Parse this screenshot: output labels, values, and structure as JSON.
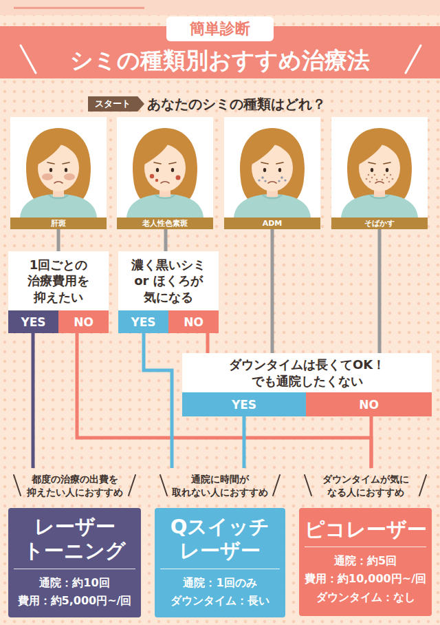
{
  "diagram": {
    "title": "シミの種類別おすすめ治療法",
    "nodes": [
      {
        "text": [
          "肝斑"
        ]
      },
      {
        "text": [
          "老人性色素斑"
        ]
      },
      {
        "text": [
          "ADM"
        ]
      },
      {
        "text": [
          "そばかす"
        ]
      },
      {
        "text": [
          "1回ごとの 治療費用を 抑えたい"
        ]
      },
      {
        "text": [
          "YES"
        ],
        "in": 4
      },
      {
        "text": [
          "NO"
        ],
        "in": 4
      },
      {
        "text": [
          "濃く黒いシミ or ほくろが 気になる"
        ]
      },
      {
        "text": [
          "YES"
        ],
        "in": 7
      },
      {
        "text": [
          "NO"
        ],
        "in": 7
      },
      {
        "text": [
          "ダウンタイムは長くてOK！ でも通院したくない"
        ]
      },
      {
        "text": [
          "YES"
        ],
        "in": 10
      },
      {
        "text": [
          "NO"
        ],
        "in": 10
      },
      {
        "text": [
          "都度の治療の出費を 抑えたい人におすすめ",
          "レーザー トーニング",
          "通院：約10回",
          "費用：約5,000円~/回"
        ]
      },
      {
        "text": [
          "通院に時間が 取れない人におすすめ",
          "Qスイッチ レーザー",
          "通院：1回のみ",
          "ダウンタイム：長い"
        ]
      },
      {
        "text": [
          "ダウンタイムが気に なる人におすすめ",
          "ピコレーザー",
          "通院：約5回",
          "費用：約10,000円~/回",
          "ダウンタイム：なし"
        ]
      }
    ],
    "edges": [
      {
        "from": 0,
        "to": 4,
        "arrow": "none"
      },
      {
        "from": 1,
        "to": 7,
        "arrow": "none"
      },
      {
        "from": 2,
        "to": 10,
        "arrow": "none"
      },
      {
        "from": 3,
        "to": 10,
        "arrow": "none"
      },
      {
        "from": 5,
        "to": 13,
        "arrow": "none"
      },
      {
        "from": 6,
        "to": 15,
        "arrow": "none"
      },
      {
        "from": 8,
        "to": 14,
        "arrow": "none"
      },
      {
        "from": 9,
        "to": 10,
        "arrow": "none"
      },
      {
        "from": 11,
        "to": 14,
        "arrow": "none"
      },
      {
        "from": 12,
        "to": 15,
        "arrow": "none"
      }
    ],
    "labels": [
      "簡単診断",
      "スタート",
      "あなたのシミの種類はどれ？"
    ]
  }
}
